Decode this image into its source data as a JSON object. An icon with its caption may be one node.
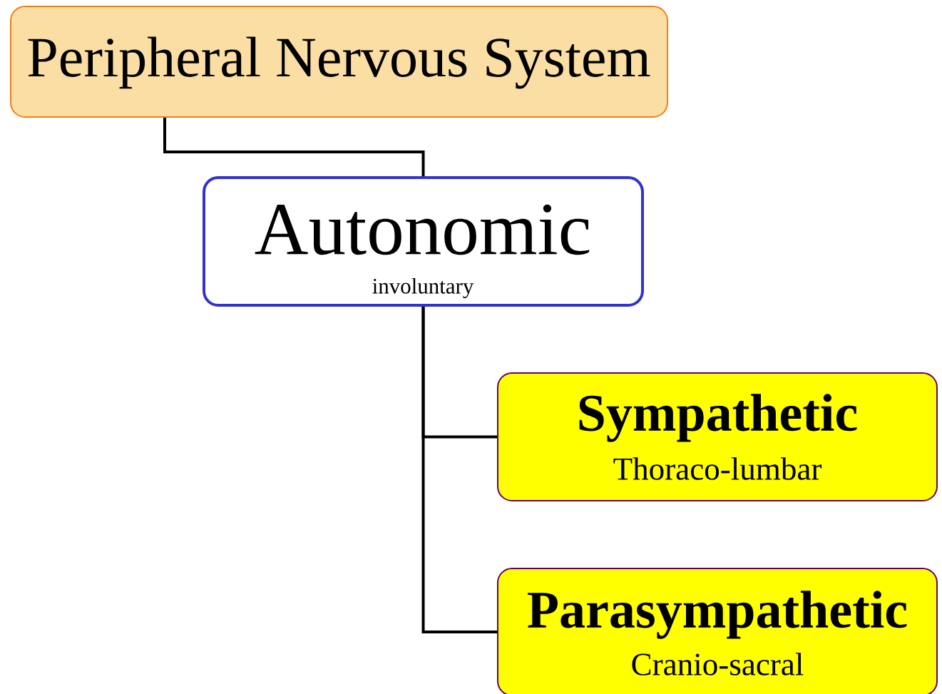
{
  "diagram": {
    "nodes": [
      {
        "text": [
          "Peripheral Nervous System"
        ]
      },
      {
        "text": [
          "Autonomic",
          "involuntary"
        ]
      },
      {
        "text": [
          "Sympathetic",
          "Thoraco-lumbar"
        ]
      },
      {
        "text": [
          "Parasympathetic",
          "Cranio-sacral"
        ]
      }
    ],
    "edges": [
      {
        "from": 0,
        "to": 1,
        "arrow": "none"
      },
      {
        "from": 1,
        "to": 2,
        "arrow": "none"
      },
      {
        "from": 1,
        "to": 3,
        "arrow": "none"
      }
    ]
  }
}
